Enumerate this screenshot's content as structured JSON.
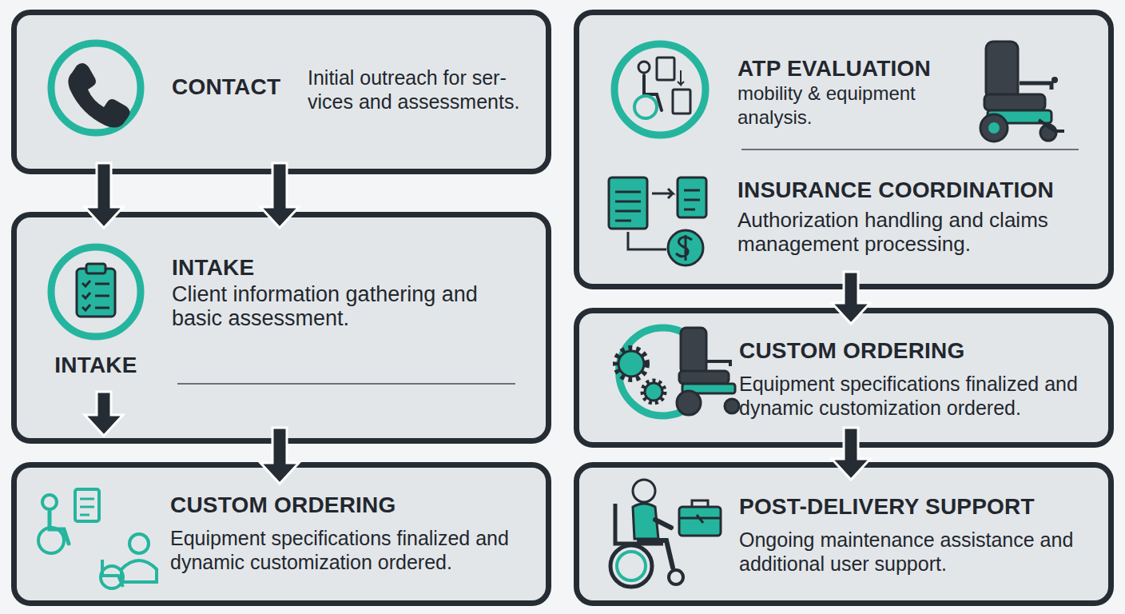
{
  "diagram": {
    "nodes": [
      {
        "text": [
          "CONTACT",
          "Initial outreach for ser- vices and assessments."
        ]
      },
      {
        "text": [
          "INTAKE",
          "Client information gathering and basic assessment.",
          "INTAKE"
        ]
      },
      {
        "text": [
          "CUSTOM ORDERING",
          "Equipment specifications finalized and dynamic customization ordered."
        ]
      },
      {
        "text": [
          "ATP EVALUATION",
          "mobility & equipment analysis.",
          "INSURANCE COORDINATION",
          "Authorization handling and claims management processing."
        ]
      },
      {
        "text": [
          "CUSTOM ORDERING",
          "Equipment specifications finalized and dynamic customization ordered."
        ]
      },
      {
        "text": [
          "POST-DELIVERY SUPPORT",
          "Ongoing maintenance assistance and additional user support."
        ]
      }
    ],
    "edges": [
      {
        "from": 0,
        "to": 1,
        "arrow": "to"
      },
      {
        "from": 0,
        "to": 1,
        "arrow": "to"
      },
      {
        "from": 1,
        "to": 2,
        "arrow": "to"
      },
      {
        "from": 1,
        "to": 2,
        "arrow": "to"
      },
      {
        "from": 3,
        "to": 4,
        "arrow": "to"
      },
      {
        "from": 4,
        "to": 5,
        "arrow": "to"
      }
    ]
  }
}
